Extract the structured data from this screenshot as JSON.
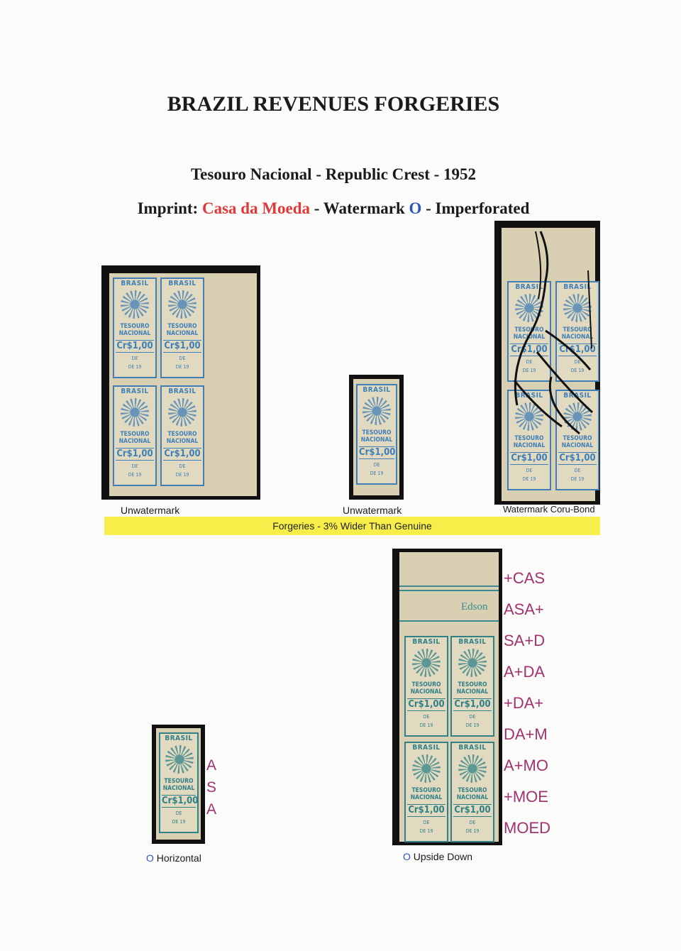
{
  "page": {
    "title": "BRAZIL REVENUES FORGERIES",
    "subtitle": "Tesouro Nacional - Republic Crest - 1952",
    "imprint": {
      "prefix": "Imprint: ",
      "printer": "Casa da Moeda",
      "middle": " - Watermark ",
      "wm_symbol": "O",
      "suffix": " - Imperforated"
    }
  },
  "stamp_face": {
    "country": "BRASIL",
    "tesouro": "TESOURO",
    "nacional": "NACIONAL",
    "value": "Cr$1,00",
    "de": "DE",
    "de19": "DE 19"
  },
  "exhibits": {
    "block_left_caption": "Unwatermark",
    "single_mid_caption": "Unwatermark",
    "block_right_caption": "Watermark Coru-Bond",
    "banner": "Forgeries - 3% Wider Than Genuine",
    "single_bottom_caption": {
      "symbol": "O",
      "text": " Horizontal"
    },
    "block_bottom_caption": {
      "symbol": "O",
      "text": " Upside Down"
    },
    "block_bottom_imprint": "Edson",
    "watermark_text_horizontal": [
      "A",
      "S",
      "A"
    ],
    "watermark_text_upside_down": [
      "+CAS",
      "ASA+",
      "SA+D",
      "A+DA",
      "+DA+",
      "DA+M",
      "A+MO",
      "+MOE",
      "MOED"
    ]
  },
  "colors": {
    "stamp_blue": "#3e7fb7",
    "stamp_green": "#2f8187",
    "watermark_text": "#a0336e",
    "highlight_banner": "#f8ee49",
    "imprint_red": "#e0393b",
    "symbol_blue": "#2e55b8"
  }
}
